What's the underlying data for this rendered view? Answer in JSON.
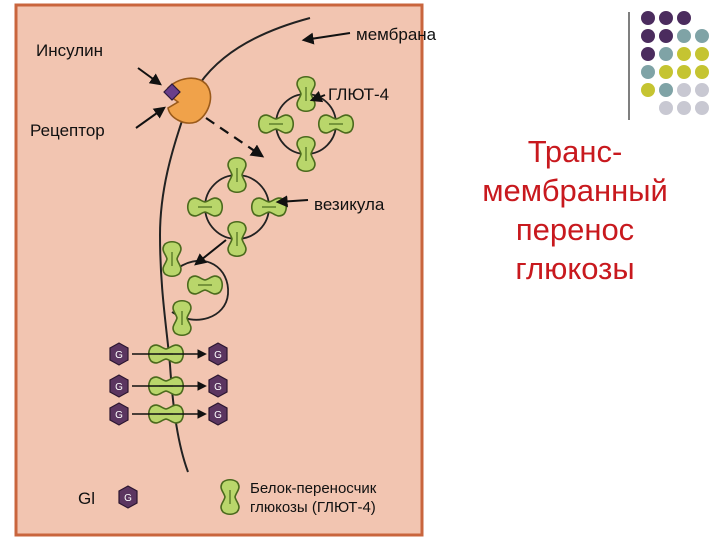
{
  "labels": {
    "insulin": "Инсулин",
    "membrane": "мембрана",
    "glut4": "ГЛЮТ-4",
    "receptor": "Рецептор",
    "vesicle": "везикула",
    "gl_legend": "Gl",
    "carrier_line1": "Белок-переносчик",
    "carrier_line2": "глюкозы (ГЛЮТ-4)",
    "glucose_mark": "G"
  },
  "title": {
    "lines": [
      "Транс-",
      "мембранный",
      "перенос",
      "глюкозы"
    ]
  },
  "colors": {
    "panel_fill": "#f2c5b1",
    "panel_border": "#c9653d",
    "membrane": "#222222",
    "glut_fill": "#b9d66b",
    "glut_stroke": "#4b6a1d",
    "receptor_fill": "#f0a24a",
    "glucose_fill": "#5b3560",
    "title": "#c8191e",
    "dot_purple": "#4b2c5e",
    "dot_teal": "#7fa3a6",
    "dot_olive": "#c5c431",
    "dot_gray": "#c8c8d2"
  },
  "icons": [
    "arrow-icon",
    "glut4-transporter-icon",
    "glucose-molecule-icon",
    "insulin-icon",
    "receptor-icon"
  ],
  "dot_grid": [
    [
      "purple",
      "purple",
      "purple",
      ""
    ],
    [
      "purple",
      "purple",
      "teal",
      "teal"
    ],
    [
      "purple",
      "teal",
      "olive",
      "olive"
    ],
    [
      "teal",
      "olive",
      "olive",
      "olive"
    ],
    [
      "olive",
      "teal",
      "gray",
      "gray"
    ],
    [
      "",
      "gray",
      "gray",
      "gray"
    ]
  ]
}
